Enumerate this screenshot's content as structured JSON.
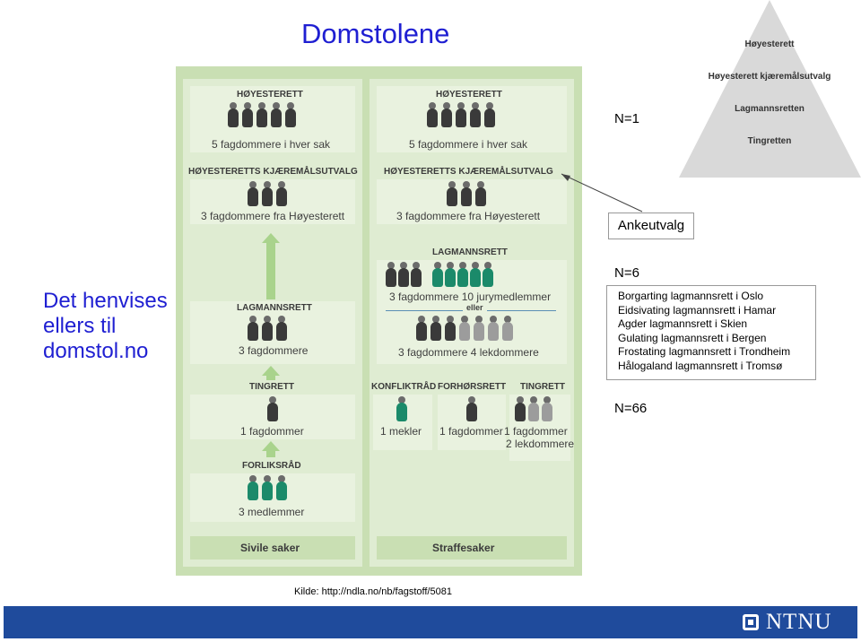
{
  "title": "Domstolene",
  "side_note": {
    "line1": "Det henvises",
    "line2": "ellers til",
    "link": "domstol.no"
  },
  "board": {
    "left": {
      "hoyesterett_label": "HØYESTERETT",
      "hoyesterett_text": "5 fagdommere i hver sak",
      "kjaeremal_label": "HØYESTERETTS KJÆREMÅLSUTVALG",
      "kjaeremal_text": "3 fagdommere fra Høyesterett",
      "lagmannsrett_label": "LAGMANNSRETT",
      "lagmannsrett_text": "3 fagdommere",
      "tingrett_label": "TINGRETT",
      "tingrett_text": "1 fagdommer",
      "forliksrad_label": "FORLIKSRÅD",
      "forliksrad_text": "3 medlemmer",
      "footer": "Sivile saker"
    },
    "right": {
      "hoyesterett_label": "HØYESTERETT",
      "hoyesterett_text": "5 fagdommere i hver sak",
      "kjaeremal_label": "HØYESTERETTS KJÆREMÅLSUTVALG",
      "kjaeremal_text": "3 fagdommere fra Høyesterett",
      "lagmannsrett_label": "LAGMANNSRETT",
      "lagmannsrett_text_a": "3 fagdommere 10 jurymedlemmer",
      "eller": "eller",
      "lagmannsrett_text_b": "3 fagdommere 4 lekdommere",
      "konfliktrad_label": "KONFLIKTRÅD",
      "konfliktrad_text": "1 mekler",
      "forhorsrett_label": "FORHØRSRETT",
      "forhorsrett_text": "1 fagdommer",
      "tingrett_label": "TINGRETT",
      "tingrett_text_a": "1 fagdommer",
      "tingrett_text_b": "2 lekdommere",
      "footer": "Straffesaker"
    }
  },
  "annotations": {
    "n1": "N=1",
    "ankeutvalg": "Ankeutvalg",
    "n6": "N=6",
    "n66": "N=66"
  },
  "lagmannsretter": [
    "Borgarting lagmannsrett i Oslo",
    "Eidsivating lagmannsrett i Hamar",
    "Agder lagmannsrett i Skien",
    "Gulating lagmannsrett i Bergen",
    "Frostating lagmannsrett i Trondheim",
    "Hålogaland lagmannsrett i Tromsø"
  ],
  "pyramid": [
    "Høyesterett",
    "Høyesterett kjæremålsutvalg",
    "Lagmannsretten",
    "Tingretten"
  ],
  "source": "Kilde: http://ndla.no/nb/fagstoff/5081",
  "logo": "NTNU",
  "colors": {
    "title": "#1f1fd2",
    "board_bg": "#c9dfb3",
    "judge": "#3a3a3a",
    "lay": "#1b8a6a",
    "lekdommer": "#9c9c9c",
    "footer_bar": "#1f4b9c",
    "pyramid": "#d9d9d9"
  }
}
